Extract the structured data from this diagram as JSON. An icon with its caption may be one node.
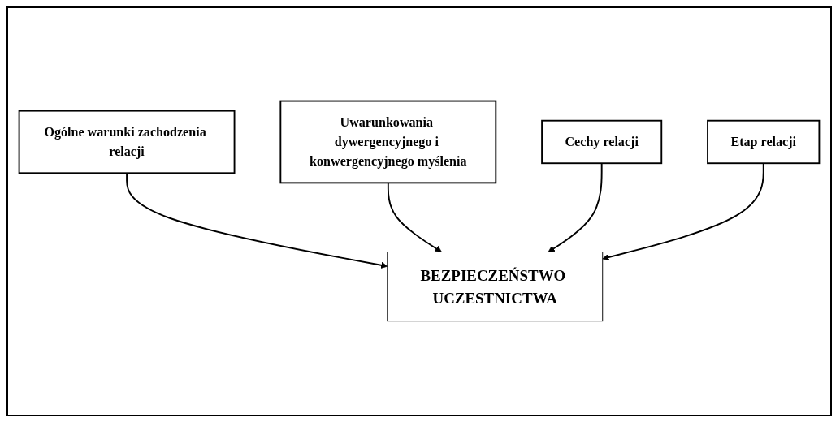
{
  "diagram": {
    "nodes": [
      {
        "text": [
          "Ogólne warunki zachodzenia relacji"
        ]
      },
      {
        "text": [
          "Uwarunkowania dywergencyjnego i konwergencyjnego myślenia"
        ]
      },
      {
        "text": [
          "BEZPIECZEŃSTWO UCZESTNICTWA"
        ]
      },
      {
        "text": [
          "Cechy relacji"
        ]
      },
      {
        "text": [
          "Etap relacji"
        ]
      }
    ],
    "edges": [
      {
        "from": 0,
        "to": 2,
        "arrow": "to"
      },
      {
        "from": 1,
        "to": 2,
        "arrow": "to"
      },
      {
        "from": 3,
        "to": 2,
        "arrow": "to"
      },
      {
        "from": 4,
        "to": 2,
        "arrow": "to"
      }
    ]
  }
}
